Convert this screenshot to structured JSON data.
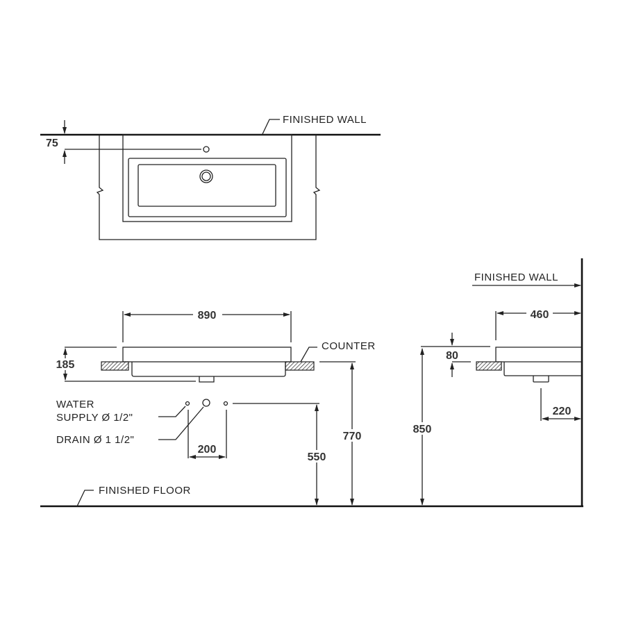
{
  "top_view": {
    "wall_label": "FINISHED WALL",
    "dim_tap_offset": "75"
  },
  "front_view": {
    "dim_width": "890",
    "dim_height": "185",
    "counter_label": "COUNTER",
    "dim_counter_height": "770",
    "dim_supply_height": "550",
    "dim_supply_spacing": "200",
    "water_label": "WATER",
    "supply_label": "SUPPLY Ø 1/2\"",
    "drain_label": "DRAIN Ø 1 1/2\"",
    "floor_label": "FINISHED FLOOR"
  },
  "side_view": {
    "wall_label": "FINISHED WALL",
    "dim_depth": "460",
    "dim_rim": "80",
    "dim_total_height": "850",
    "dim_drain_offset": "220"
  }
}
